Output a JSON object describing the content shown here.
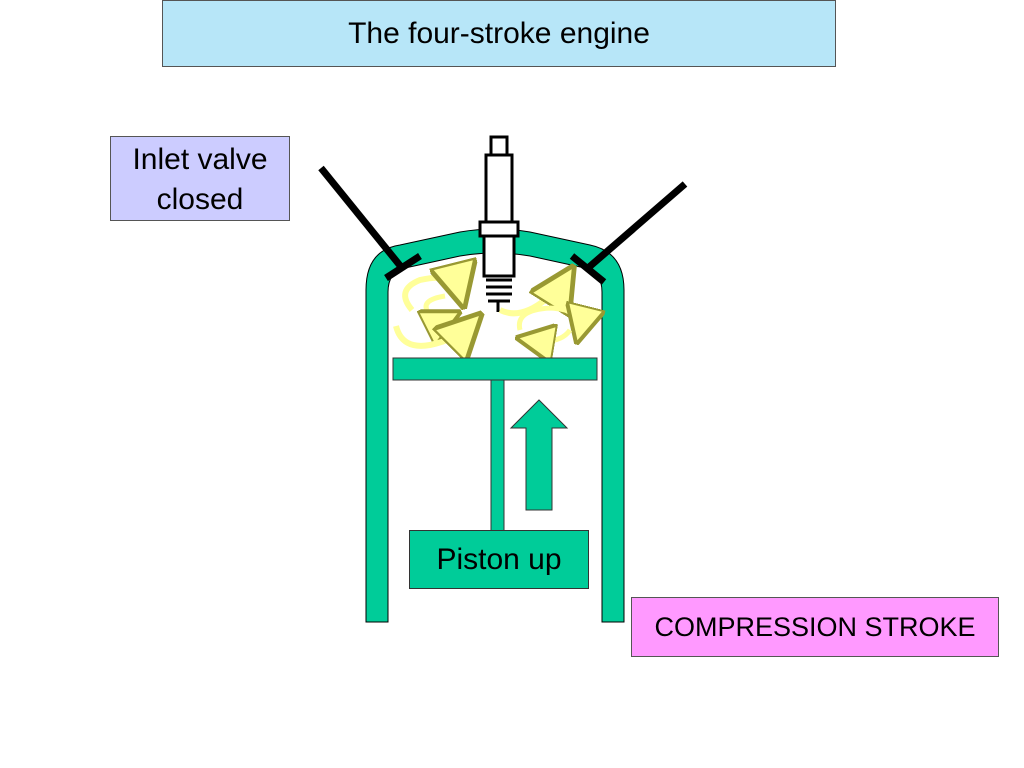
{
  "title": "The four-stroke engine",
  "inlet_label_line1": "Inlet valve",
  "inlet_label_line2": "closed",
  "piston_label": "Piston up",
  "stroke_label": "COMPRESSION STROKE",
  "colors": {
    "cylinder": "#00cc99",
    "title_bg": "#b7e6f8",
    "inlet_bg": "#ccccff",
    "stroke_bg": "#ff99ff",
    "swirl": "#ffff99"
  }
}
